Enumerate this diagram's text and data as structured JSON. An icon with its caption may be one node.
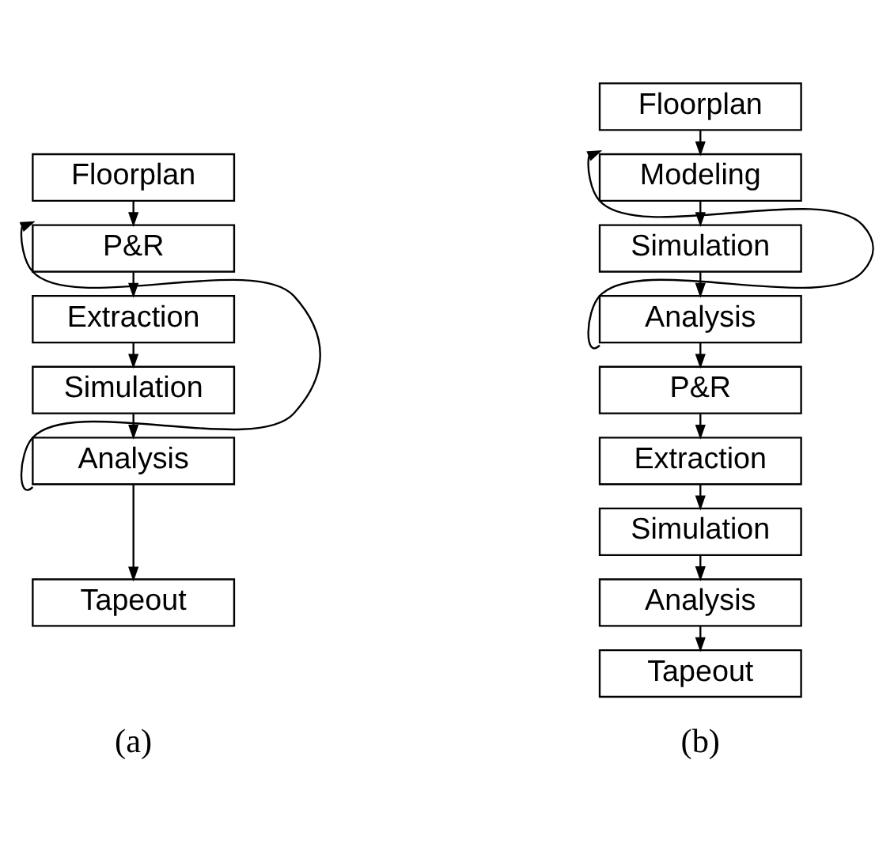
{
  "diagram": {
    "nodes": [
      {
        "text": [
          "Floorplan"
        ]
      },
      {
        "text": [
          "P&R"
        ]
      },
      {
        "text": [
          "Extraction"
        ]
      },
      {
        "text": [
          "Simulation"
        ]
      },
      {
        "text": [
          "Analysis"
        ]
      },
      {
        "text": [
          "Tapeout"
        ]
      },
      {
        "text": [
          "Floorplan"
        ]
      },
      {
        "text": [
          "Modeling"
        ]
      },
      {
        "text": [
          "Simulation"
        ]
      },
      {
        "text": [
          "Analysis"
        ]
      },
      {
        "text": [
          "P&R"
        ]
      },
      {
        "text": [
          "Extraction"
        ]
      },
      {
        "text": [
          "Simulation"
        ]
      },
      {
        "text": [
          "Analysis"
        ]
      },
      {
        "text": [
          "Tapeout"
        ]
      }
    ],
    "edges": [
      {
        "from": 0,
        "to": 1,
        "arrow": "to"
      },
      {
        "from": 1,
        "to": 2,
        "arrow": "to"
      },
      {
        "from": 2,
        "to": 3,
        "arrow": "to"
      },
      {
        "from": 3,
        "to": 4,
        "arrow": "to"
      },
      {
        "from": 4,
        "to": 5,
        "arrow": "to"
      },
      {
        "from": 4,
        "to": 1,
        "arrow": "to"
      },
      {
        "from": 6,
        "to": 7,
        "arrow": "to"
      },
      {
        "from": 7,
        "to": 8,
        "arrow": "to"
      },
      {
        "from": 8,
        "to": 9,
        "arrow": "to"
      },
      {
        "from": 9,
        "to": 10,
        "arrow": "to"
      },
      {
        "from": 10,
        "to": 11,
        "arrow": "to"
      },
      {
        "from": 11,
        "to": 12,
        "arrow": "to"
      },
      {
        "from": 12,
        "to": 13,
        "arrow": "to"
      },
      {
        "from": 13,
        "to": 14,
        "arrow": "to"
      },
      {
        "from": 9,
        "to": 7,
        "arrow": "to"
      }
    ],
    "labels": [
      "(a)",
      "(b)"
    ]
  }
}
